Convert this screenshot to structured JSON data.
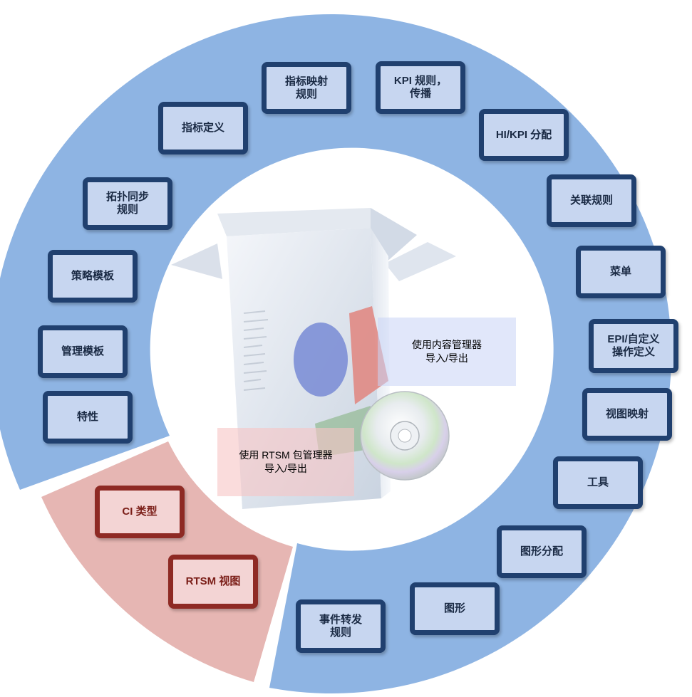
{
  "colors": {
    "blue_ring": "#8eb4e3",
    "red_segment": "#e6b6b3",
    "blue_border": "#20406f",
    "red_border": "#8e2a24"
  },
  "blue_items": [
    "指标映射\n规则",
    "KPI 规则，\n传播",
    "指标定义",
    "HI/KPI 分配",
    "拓扑同步\n规则",
    "关联规则",
    "策略模板",
    "菜单",
    "EPI/自定义\n操作定义",
    "管理模板",
    "特性",
    "视图映射",
    "工具",
    "图形分配",
    "图形",
    "事件转发\n规则"
  ],
  "red_items": [
    "CI 类型",
    "RTSM 视图"
  ],
  "callouts": {
    "content_manager": "使用内容管理器\n导入/导出",
    "rtsm_package_manager": "使用 RTSM 包管理器\n导入/导出"
  },
  "center_icon": "software-box-with-cd-icon"
}
